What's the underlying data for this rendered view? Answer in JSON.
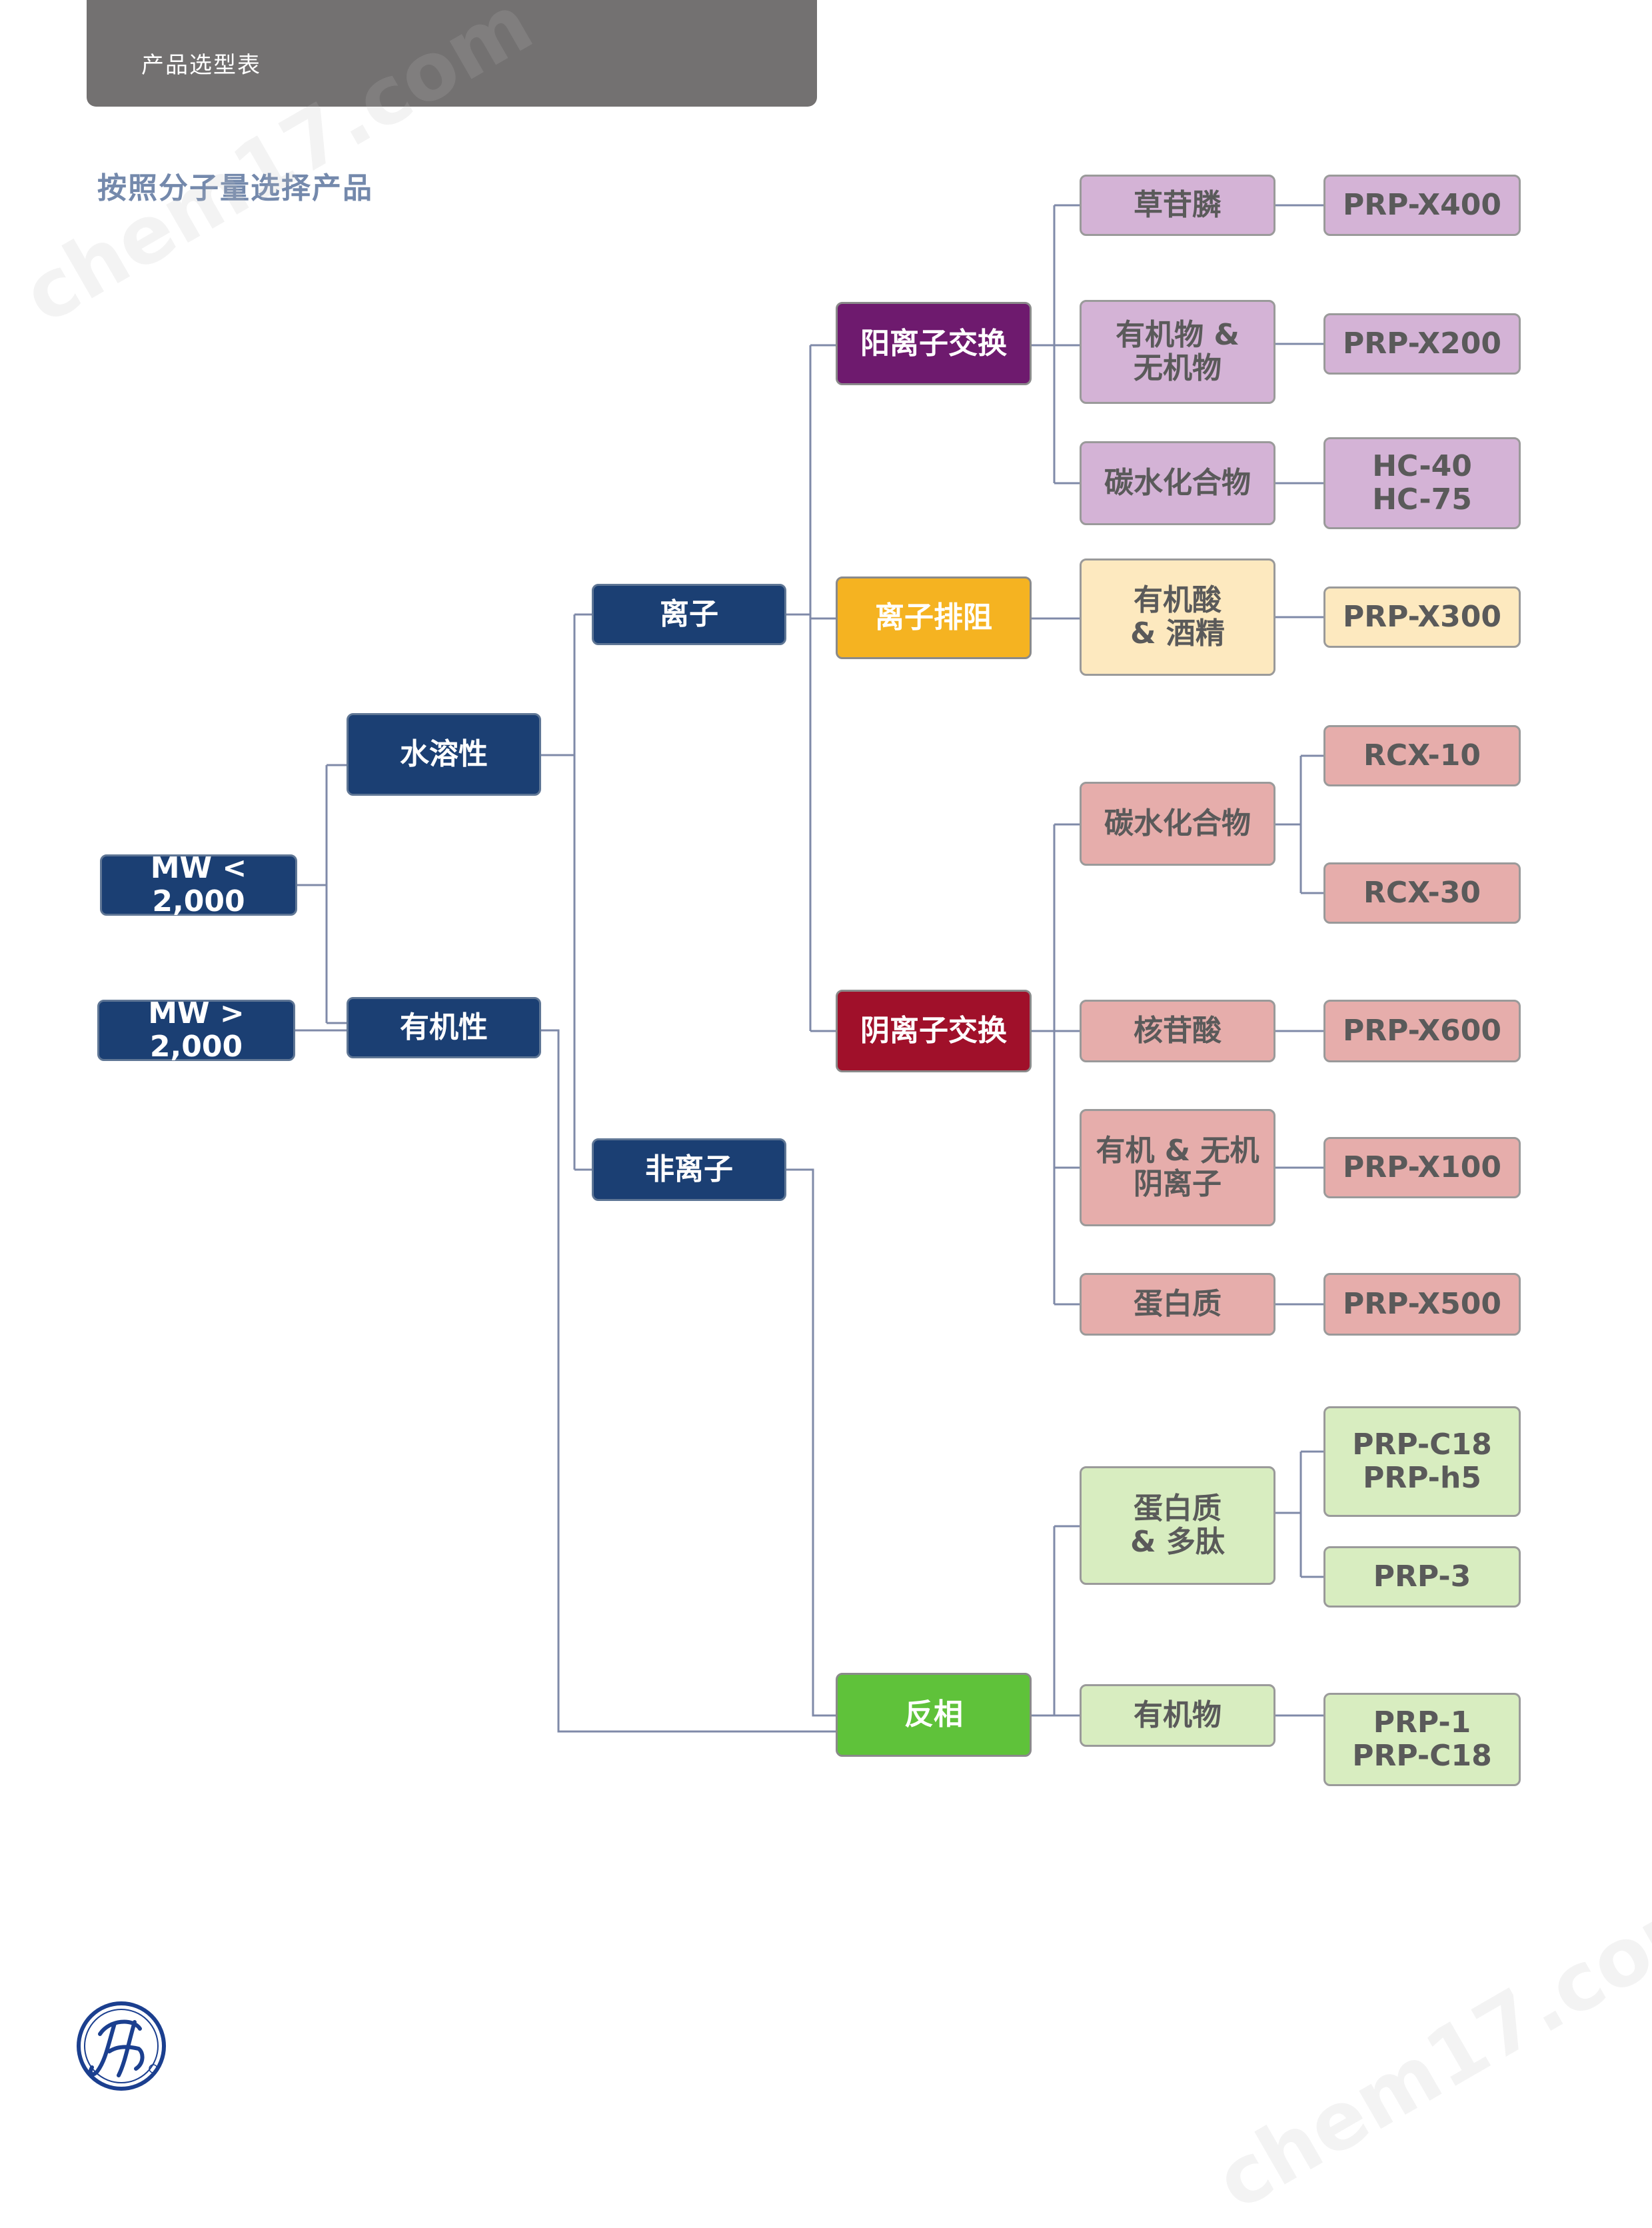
{
  "header": {
    "title": "产品选型表"
  },
  "section_title": "按照分子量选择产品",
  "watermark": "chem17.com",
  "colors": {
    "dark_navy": "#1b3f73",
    "cation_purple": "#6e1a6e",
    "cation_light": "#d4b3d6",
    "ion_exclusion_orange": "#f5b321",
    "ion_exclusion_light": "#fde9bf",
    "anion_red": "#a0102a",
    "anion_light": "#e6adab",
    "reverse_phase_green": "#5fc23a",
    "reverse_phase_light": "#d8edc0"
  },
  "nodes": {
    "mw_low": "MW < 2,000",
    "mw_high": "MW > 2,000",
    "water": "水溶性",
    "organic": "有机性",
    "ionic": "离子",
    "nonionic": "非离子",
    "cation": "阳离子交换",
    "ion_exclusion": "离子排阻",
    "anion": "阴离子交换",
    "reverse_phase": "反相",
    "glyphosate": "草苷膦",
    "org_inorg": "有机物 &\n无机物",
    "carb_cation": "碳水化合物",
    "organic_acid": "有机酸\n& 酒精",
    "carb_anion": "碳水化合物",
    "nucleotide": "核苷酸",
    "org_inorg_anion": "有机 & 无机\n阴离子",
    "protein_anion": "蛋白质",
    "protein_peptide": "蛋白质\n& 多肽",
    "organics": "有机物",
    "p_x400": "PRP-X400",
    "p_x200": "PRP-X200",
    "p_hc": "HC-40\nHC-75",
    "p_x300": "PRP-X300",
    "p_rcx10": "RCX-10",
    "p_rcx30": "RCX-30",
    "p_x600": "PRP-X600",
    "p_x100": "PRP-X100",
    "p_x500": "PRP-X500",
    "p_c18h5": "PRP-C18\nPRP-h5",
    "p_prp3": "PRP-3",
    "p_prp1c18": "PRP-1\nPRP-C18"
  }
}
